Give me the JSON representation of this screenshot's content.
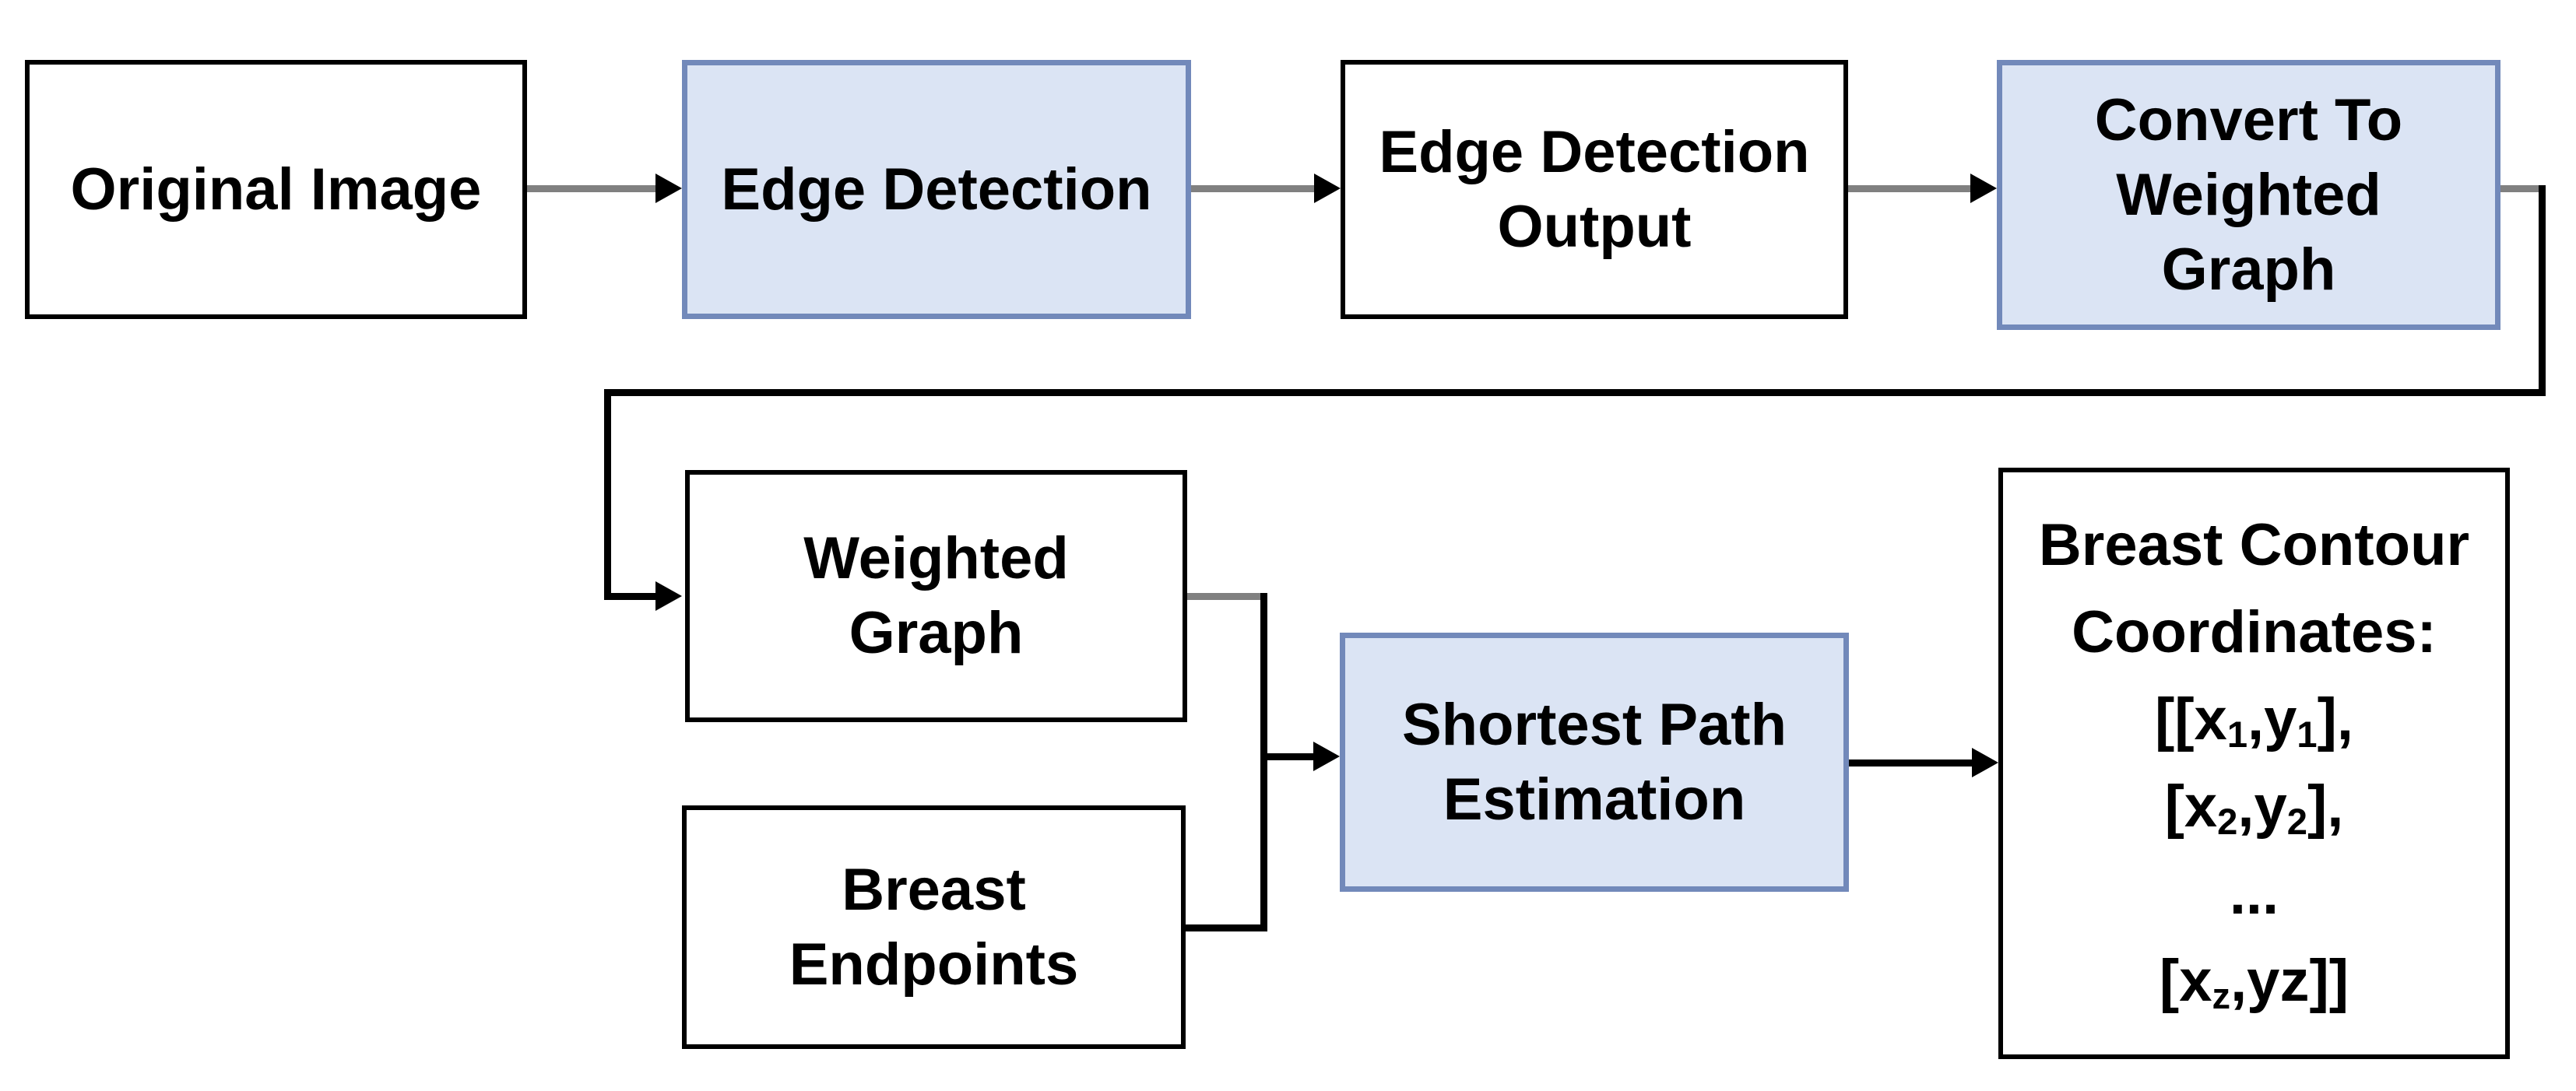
{
  "diagram": {
    "title": "Breast contour extraction pipeline flowchart",
    "colors": {
      "highlight_fill": "#dbe4f4",
      "highlight_border": "#7289ba",
      "box_fill": "#ffffff",
      "box_border": "#000000",
      "connector_gray": "#808080",
      "connector_black": "#000000",
      "text_color": "#000000"
    },
    "boxes": {
      "original_image": {
        "label": "Original Image"
      },
      "edge_detection": {
        "label": "Edge Detection"
      },
      "edge_detection_output": {
        "line1": "Edge Detection",
        "line2": "Output"
      },
      "convert_to_weighted_graph": {
        "line1": "Convert To",
        "line2": "Weighted",
        "line3": "Graph"
      },
      "weighted_graph": {
        "line1": "Weighted",
        "line2": "Graph"
      },
      "breast_endpoints": {
        "line1": "Breast",
        "line2": "Endpoints"
      },
      "shortest_path_estimation": {
        "line1": "Shortest Path",
        "line2": "Estimation"
      },
      "breast_contour_coordinates": {
        "line1": "Breast Contour",
        "line2": "Coordinates:",
        "line3": {
          "p1": "[[x",
          "sub1": "1",
          "p2": ",y",
          "sub2": "1",
          "p3": "],"
        },
        "line4": {
          "p1": "[x",
          "sub1": "2",
          "p2": ",y",
          "sub2": "2",
          "p3": "],"
        },
        "line5": "...",
        "line6": {
          "p1": "[x",
          "sub1": "z",
          "p2": ",yz]]"
        }
      }
    }
  }
}
